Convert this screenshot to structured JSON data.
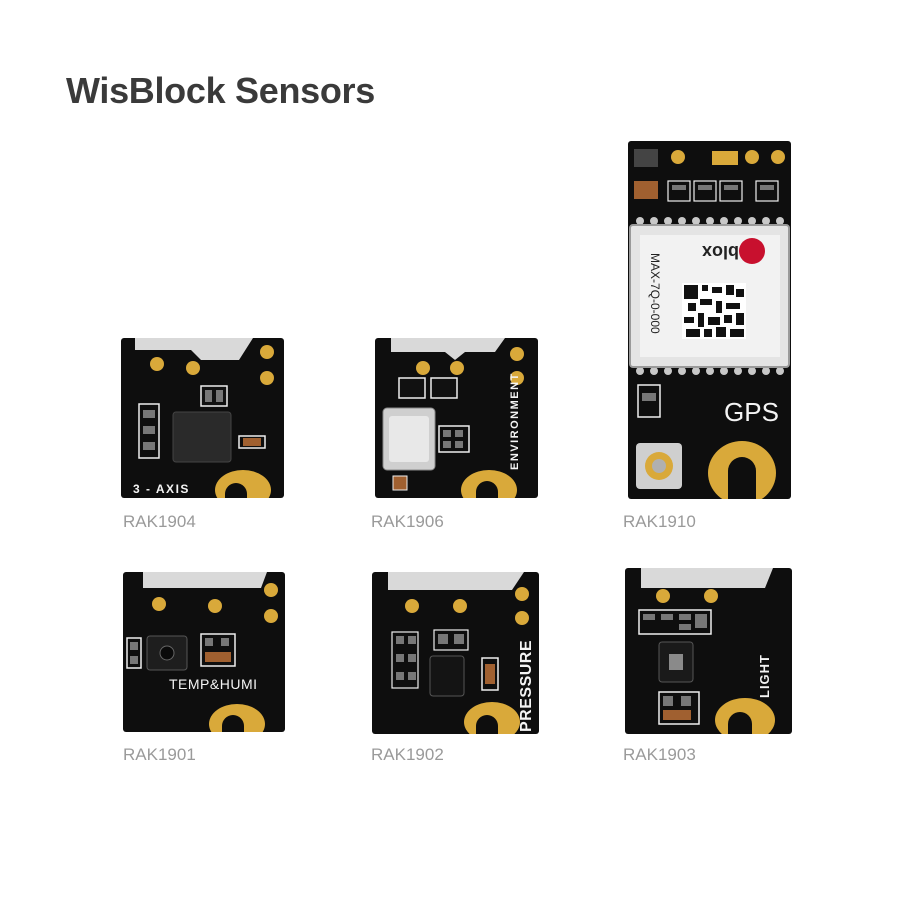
{
  "title": "WisBlock Sensors",
  "boards": [
    {
      "id": "RAK1904",
      "caption": "RAK1904",
      "silk": "3 - AXIS"
    },
    {
      "id": "RAK1906",
      "caption": "RAK1906",
      "silk": "ENVIRONMENT"
    },
    {
      "id": "RAK1910",
      "caption": "RAK1910",
      "silk": "GPS",
      "module_brand": "blox",
      "module_part": "MAX-7Q-0-000"
    },
    {
      "id": "RAK1901",
      "caption": "RAK1901",
      "silk": "TEMP&HUMI"
    },
    {
      "id": "RAK1902",
      "caption": "RAK1902",
      "silk": "PRESSURE"
    },
    {
      "id": "RAK1903",
      "caption": "RAK1903",
      "silk": "LIGHT"
    }
  ],
  "colors": {
    "board": "#0e0e0e",
    "pad": "#d9a93a",
    "silkscreen": "#f4f4f4",
    "caption": "#9a9a9a"
  }
}
